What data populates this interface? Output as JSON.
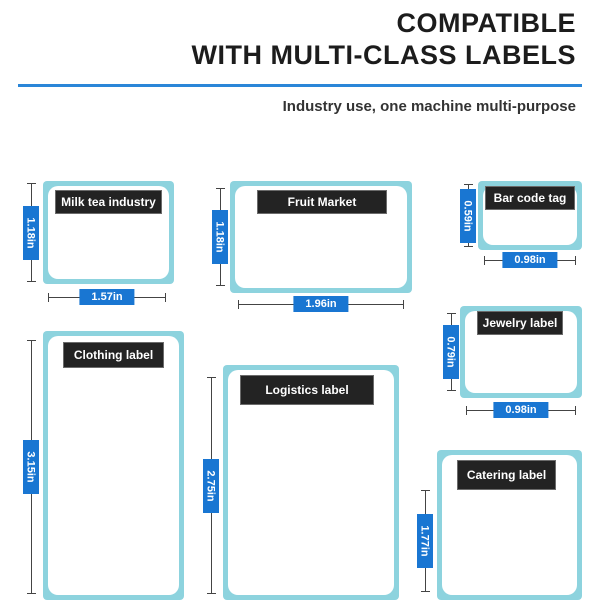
{
  "header": {
    "title_line1": "COMPATIBLE",
    "title_line2": "WITH MULTI-CLASS LABELS",
    "subtitle": "Industry use, one machine multi-purpose"
  },
  "colors": {
    "accent_blue": "#1976d2",
    "card_border": "#8dd3de",
    "tag_bg": "#232323"
  },
  "labels": [
    {
      "name": "Milk tea industry",
      "width": "1.57in",
      "height": "1.18in"
    },
    {
      "name": "Fruit Market",
      "width": "1.96in",
      "height": "1.18in"
    },
    {
      "name": "Bar code tag",
      "width": "0.98in",
      "height": "0.59in"
    },
    {
      "name": "Jewelry label",
      "width": "0.98in",
      "height": "0.79in"
    },
    {
      "name": "Clothing label",
      "height": "3.15in"
    },
    {
      "name": "Logistics label",
      "height": "2.75in"
    },
    {
      "name": "Catering label",
      "height": "1.77in"
    }
  ]
}
